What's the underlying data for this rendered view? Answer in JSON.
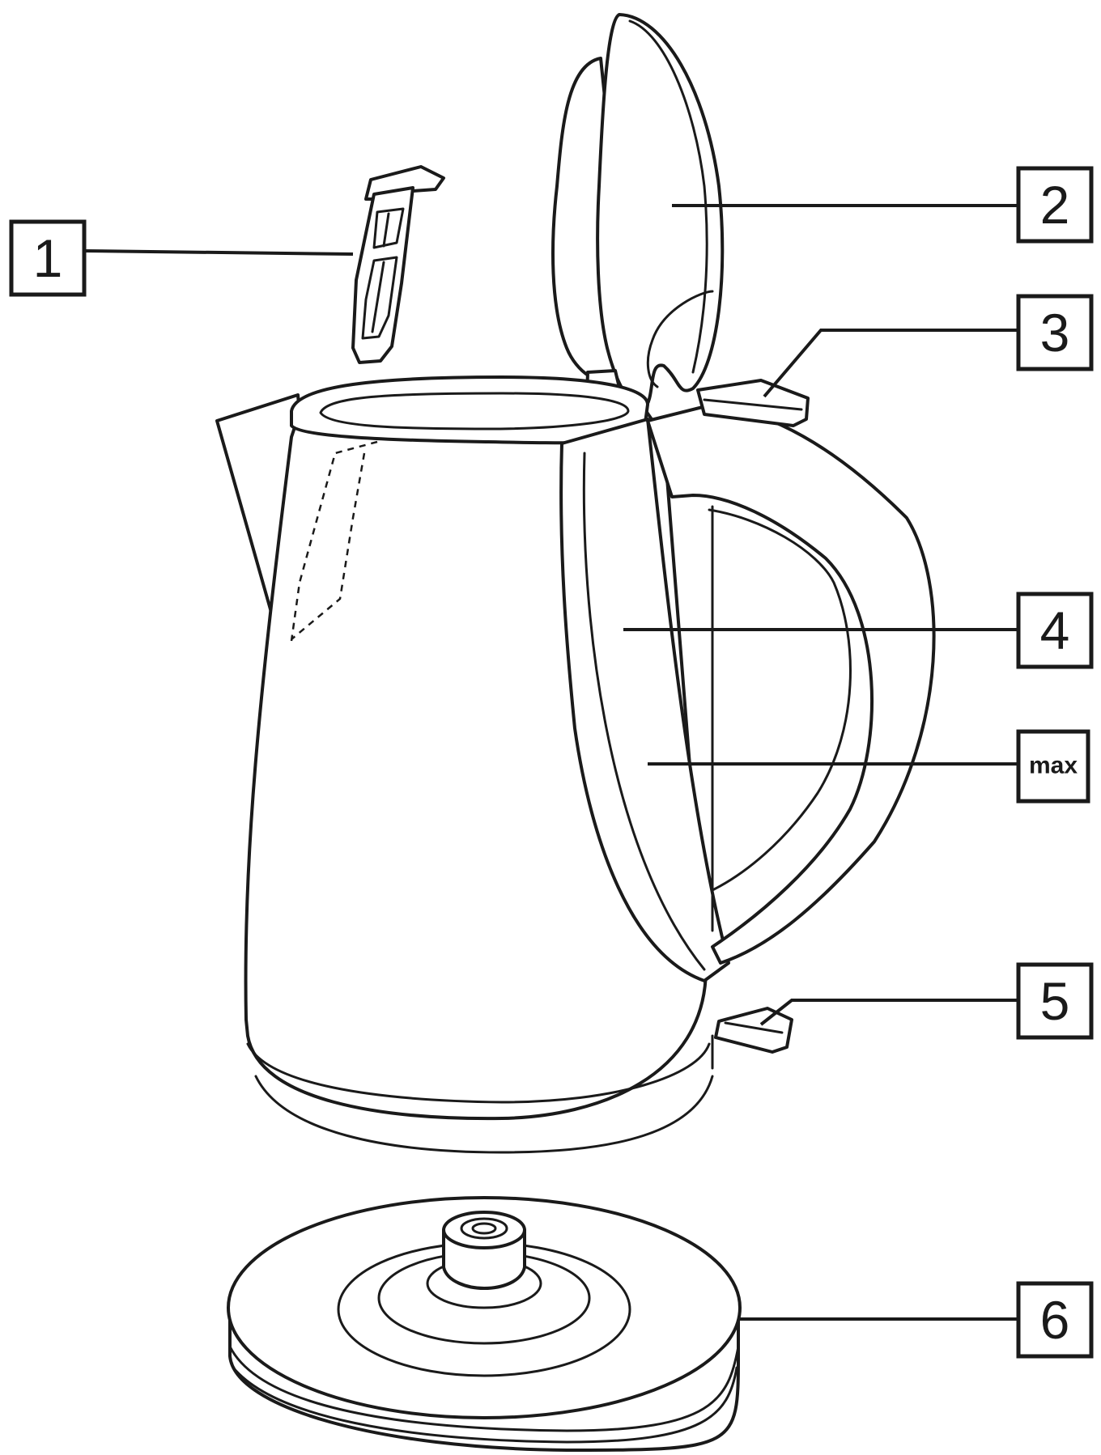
{
  "callouts": [
    {
      "id": "1",
      "label": "1"
    },
    {
      "id": "2",
      "label": "2"
    },
    {
      "id": "3",
      "label": "3"
    },
    {
      "id": "4",
      "label": "4"
    },
    {
      "id": "max",
      "label": "max"
    },
    {
      "id": "5",
      "label": "5"
    },
    {
      "id": "6",
      "label": "6"
    }
  ]
}
